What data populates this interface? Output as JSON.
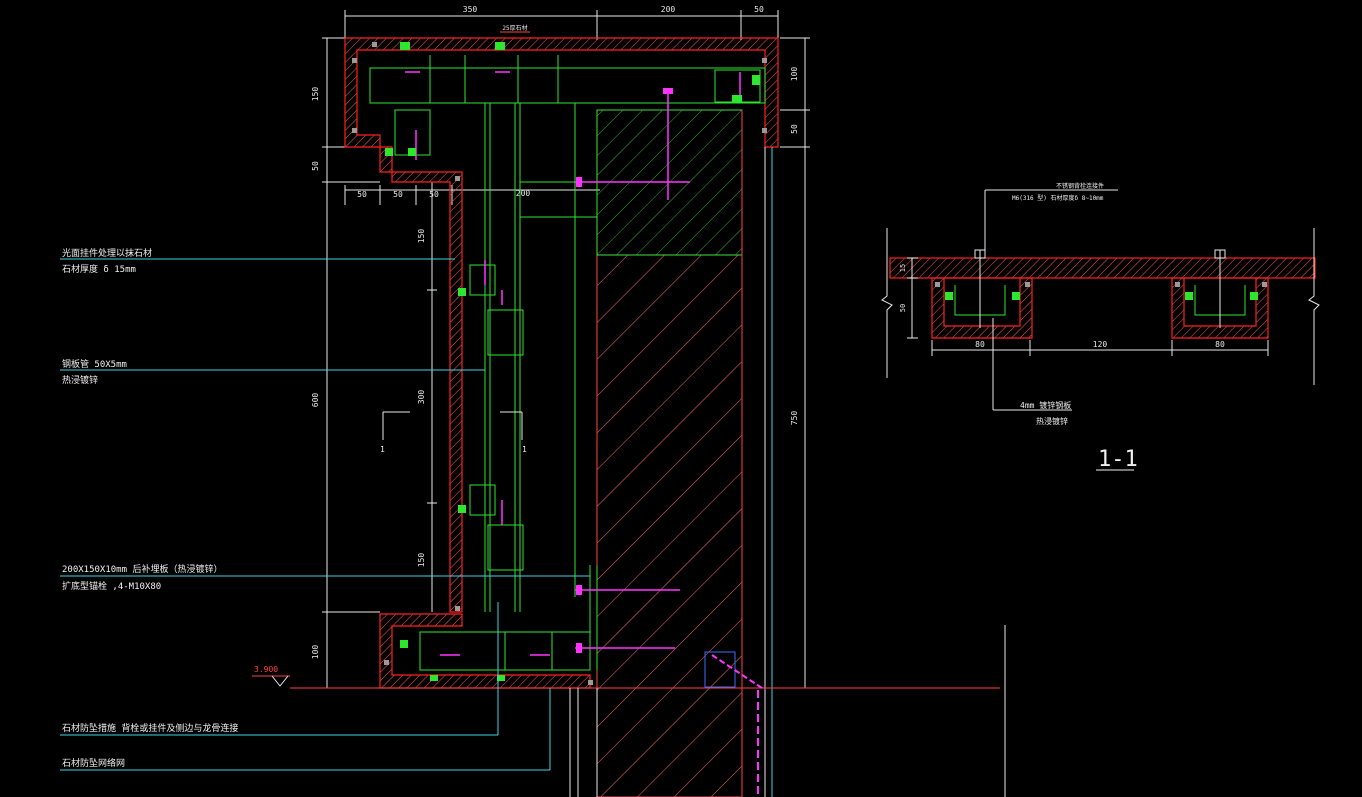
{
  "colors": {
    "background": "#000000",
    "outline": "#ff2020",
    "hatch": "#ff6a6a",
    "frame": "#2ee62e",
    "leader": "#3fd6e6",
    "anchor": "#ff33ff",
    "dimension": "#e8e8e8",
    "text": "#f0f0f0",
    "level": "#ff4040",
    "concrete": "#cfcfcf"
  },
  "dimensions_top": [
    "350",
    "200",
    "50"
  ],
  "top_note": "25厚石材",
  "dimensions_left": [
    "150",
    "50",
    "600",
    "100"
  ],
  "dimensions_right": [
    "100",
    "50",
    "750"
  ],
  "dimensions_inner_row": [
    "50",
    "50",
    "50",
    "200"
  ],
  "dimensions_inner_vertical": [
    "150",
    "300",
    "150"
  ],
  "section_cut_marks": [
    "1",
    "1"
  ],
  "level_mark": "3.900",
  "callouts": [
    {
      "line1": "光面挂件处理以抹石材",
      "line2": "石材厚度 δ   15mm"
    },
    {
      "line1": "钢板管 50X5mm",
      "line2": "热浸镀锌"
    },
    {
      "line1": "200X150X10mm   后补埋板（热浸镀锌）",
      "line2": "扩底型锚栓       ,4-M10X80"
    },
    {
      "line1": "石材防坠措施  背栓或挂件及侧边与龙骨连接",
      "line2": ""
    },
    {
      "line1": "石材防坠网络网",
      "line2": ""
    }
  ],
  "section": {
    "title": "1-1",
    "note_line1": "不锈钢背栓连接件",
    "note_line2": "M6(316 型)  石材厚度δ  8~10mm",
    "bottom_note_line1": "4mm 镀锌钢板",
    "bottom_note_line2": "热浸镀锌",
    "dimensions": [
      "80",
      "120",
      "80"
    ],
    "height_dims": [
      "15",
      "50"
    ]
  }
}
